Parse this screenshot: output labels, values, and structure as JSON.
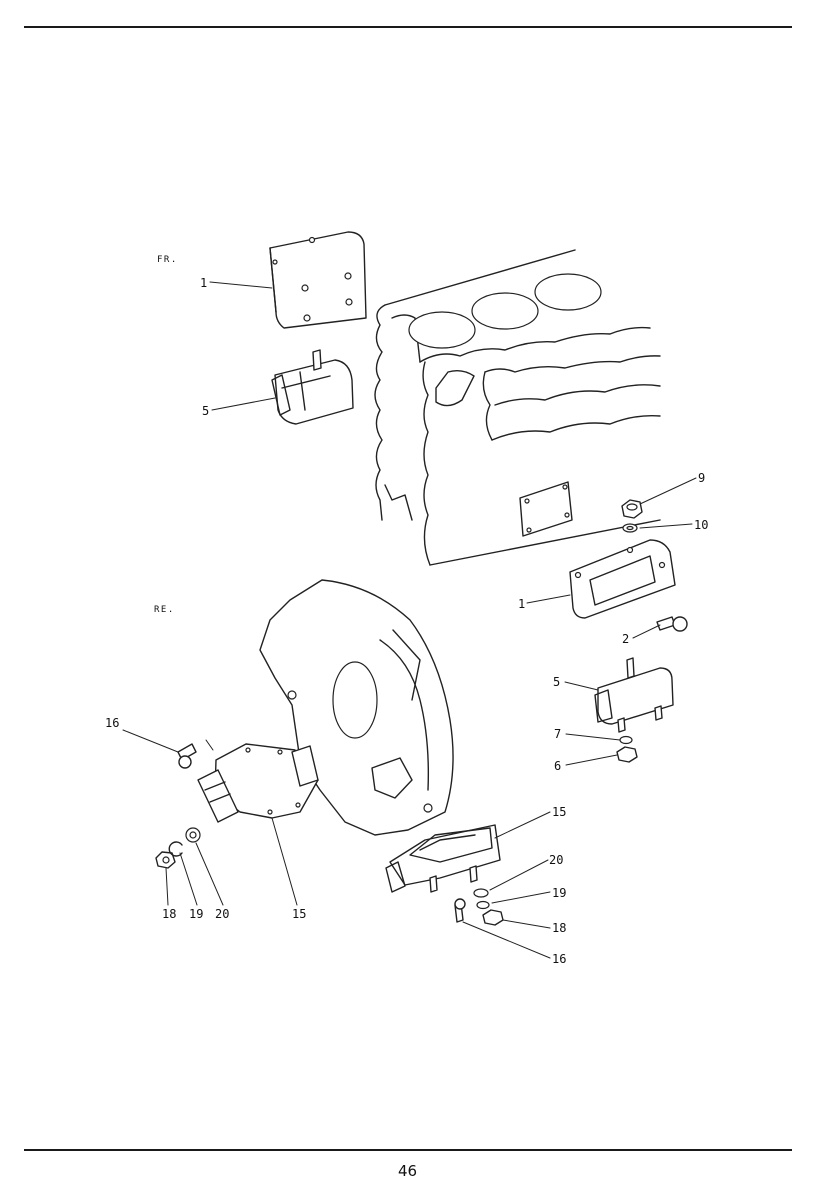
{
  "page": {
    "number": "46"
  },
  "colors": {
    "ink": "#222222",
    "paper": "#ffffff"
  },
  "diagram": {
    "section_labels": {
      "front": "FR.",
      "rear": "RE."
    },
    "callouts": {
      "fr_bracket": "1",
      "fr_mount": "5",
      "nut_top": "9",
      "washer_top": "10",
      "bracket_right": "1",
      "bolt_right": "2",
      "mount_right": "5",
      "washer_mid": "7",
      "nut_mid": "6",
      "rear_bolt_left": "16",
      "rear_nut_left": "18",
      "rear_lockwasher_left": "19",
      "rear_washer_left": "20",
      "rear_mount_left": "15",
      "rear_mount_right": "15",
      "rear_washer_right": "20",
      "rear_lockwasher_right": "19",
      "rear_nut_right": "18",
      "rear_bolt_right": "16"
    }
  }
}
